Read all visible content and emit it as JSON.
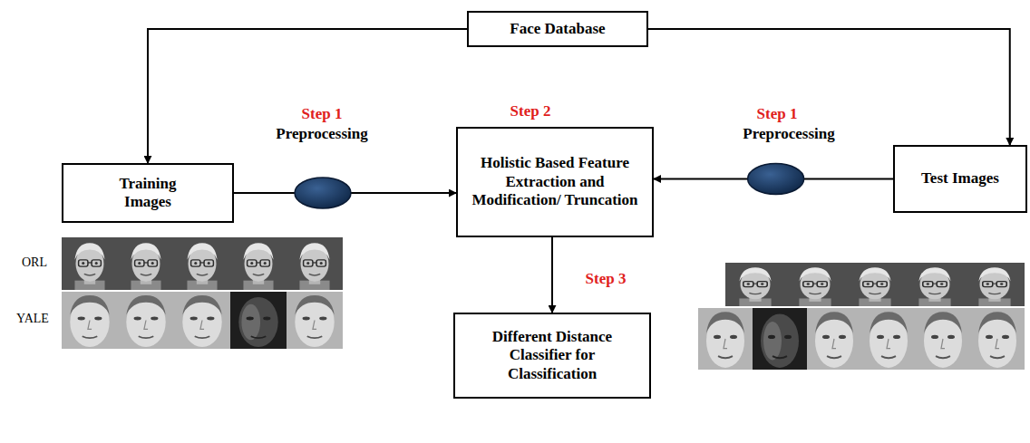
{
  "diagram": {
    "nodes": [
      {
        "text": [
          "Face Database"
        ]
      },
      {
        "text": [
          "Training Images"
        ]
      },
      {
        "text": [
          "Holistic Based Feature Extraction and Modification/ Truncation"
        ]
      },
      {
        "text": [
          "Test Images"
        ]
      },
      {
        "text": [
          "Different Distance Classifier for Classification"
        ]
      }
    ],
    "edges": [
      {
        "from": 0,
        "to": 1,
        "arrow": "to"
      },
      {
        "from": 0,
        "to": 3,
        "arrow": "to"
      },
      {
        "from": 1,
        "to": 2,
        "arrow": "to"
      },
      {
        "from": 3,
        "to": 2,
        "arrow": "to"
      },
      {
        "from": 2,
        "to": 4,
        "arrow": "to"
      }
    ],
    "labels": [
      "Step 1",
      "Preprocessing",
      "Step 2",
      "Step 1",
      "Preprocessing",
      "Step 3",
      "ORL",
      "YALE"
    ]
  }
}
